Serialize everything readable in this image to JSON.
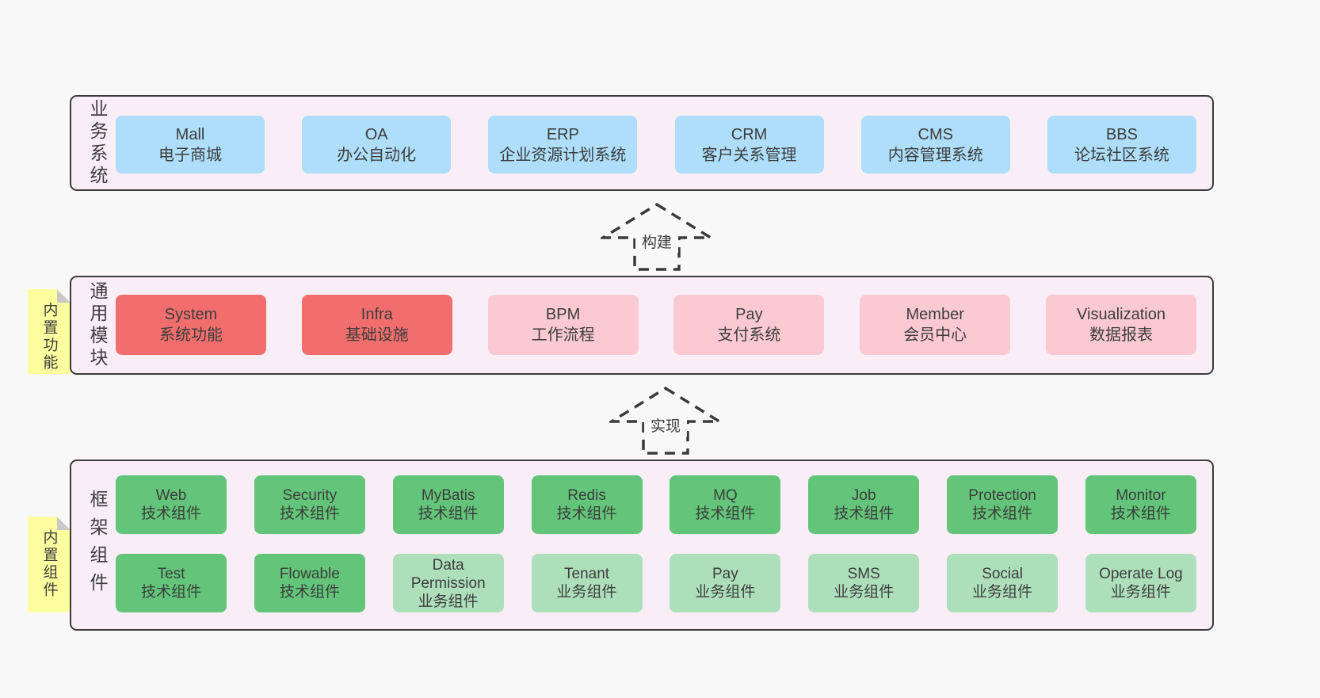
{
  "colors": {
    "page_background": "#f8f8f8",
    "container_fill": "#f9edf6",
    "container_border": "#3b3b3b",
    "blue_box": "#aedefa",
    "red_box": "#f26e6e",
    "pink_box": "#fbc9d2",
    "green_box": "#63c57a",
    "light_green_box": "#aedfbb",
    "sticky_yellow": "#fdff9e",
    "fold_gray": "#c8c8c8",
    "text": "#3d3d3d"
  },
  "arrows": [
    {
      "label": "构建"
    },
    {
      "label": "实现"
    }
  ],
  "stickies": [
    {
      "label": "内置功能"
    },
    {
      "label": "内置组件"
    }
  ],
  "bands": [
    {
      "label": "业务系统",
      "rows": [
        [
          {
            "en": "Mall",
            "cn": "电子商城"
          },
          {
            "en": "OA",
            "cn": "办公自动化"
          },
          {
            "en": "ERP",
            "cn": "企业资源计划系统"
          },
          {
            "en": "CRM",
            "cn": "客户关系管理"
          },
          {
            "en": "CMS",
            "cn": "内容管理系统"
          },
          {
            "en": "BBS",
            "cn": "论坛社区系统"
          }
        ]
      ]
    },
    {
      "label": "通用模块",
      "rows": [
        [
          {
            "en": "System",
            "cn": "系统功能"
          },
          {
            "en": "Infra",
            "cn": "基础设施"
          },
          {
            "en": "BPM",
            "cn": "工作流程"
          },
          {
            "en": "Pay",
            "cn": "支付系统"
          },
          {
            "en": "Member",
            "cn": "会员中心"
          },
          {
            "en": "Visualization",
            "cn": "数据报表"
          }
        ]
      ]
    },
    {
      "label": "框架组件",
      "rows": [
        [
          {
            "en": "Web",
            "cn": "技术组件"
          },
          {
            "en": "Security",
            "cn": "技术组件"
          },
          {
            "en": "MyBatis",
            "cn": "技术组件"
          },
          {
            "en": "Redis",
            "cn": "技术组件"
          },
          {
            "en": "MQ",
            "cn": "技术组件"
          },
          {
            "en": "Job",
            "cn": "技术组件"
          },
          {
            "en": "Protection",
            "cn": "技术组件"
          },
          {
            "en": "Monitor",
            "cn": "技术组件"
          }
        ],
        [
          {
            "en": "Test",
            "cn": "技术组件"
          },
          {
            "en": "Flowable",
            "cn": "技术组件"
          },
          {
            "en": "Data Permission",
            "cn": "业务组件"
          },
          {
            "en": "Tenant",
            "cn": "业务组件"
          },
          {
            "en": "Pay",
            "cn": "业务组件"
          },
          {
            "en": "SMS",
            "cn": "业务组件"
          },
          {
            "en": "Social",
            "cn": "业务组件"
          },
          {
            "en": "Operate Log",
            "cn": "业务组件"
          }
        ]
      ]
    }
  ]
}
